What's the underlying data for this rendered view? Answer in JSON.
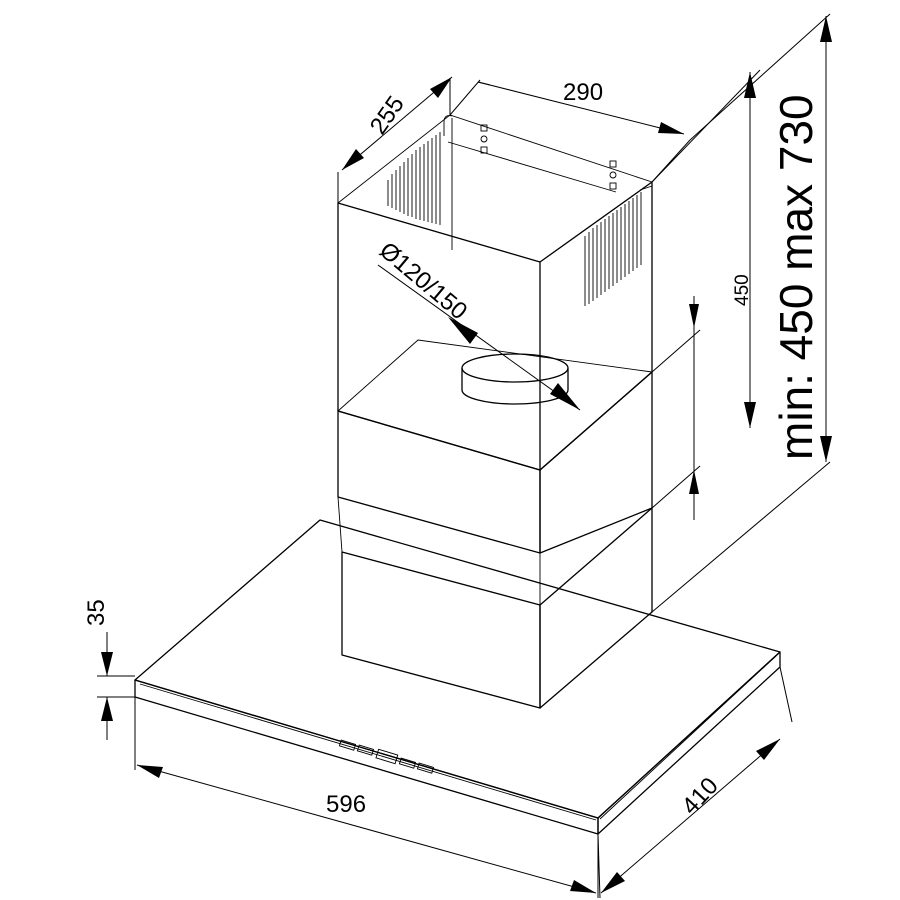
{
  "dimensions": {
    "hood_width": "596",
    "hood_depth": "410",
    "hood_thickness": "35",
    "chimney_width": "290",
    "chimney_depth": "255",
    "chimney_lower": "450",
    "outlet_diameter": "Ø120/150",
    "height_range": "min: 450 max 730"
  },
  "colors": {
    "line": "#000000",
    "background": "#ffffff"
  }
}
